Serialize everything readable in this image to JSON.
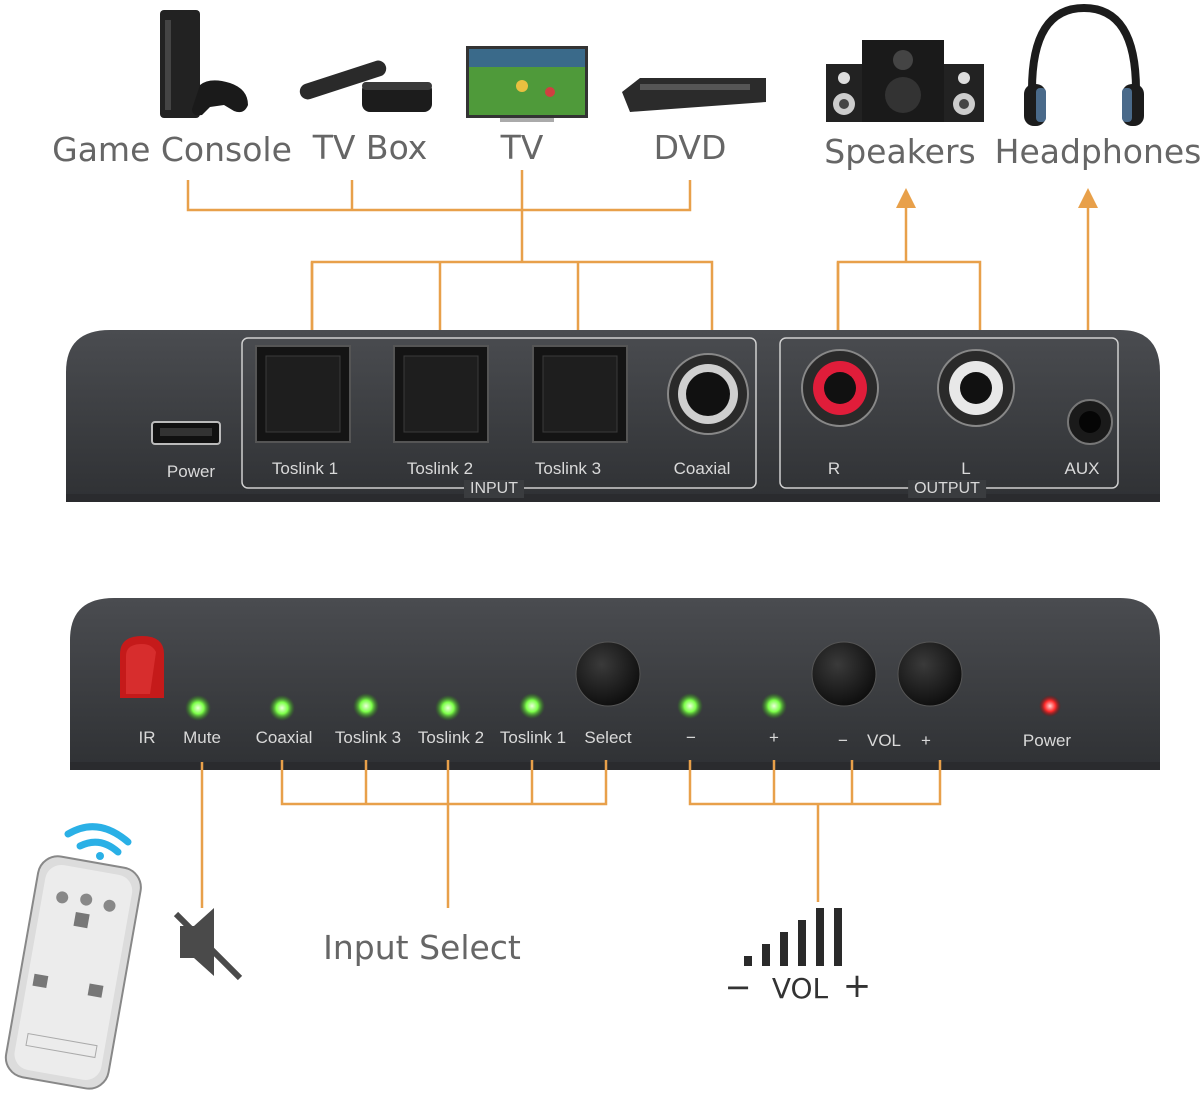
{
  "top_devices": {
    "game_console": "Game Console",
    "tv_box": "TV Box",
    "tv": "TV",
    "dvd": "DVD",
    "speakers": "Speakers",
    "headphones": "Headphones"
  },
  "rear_panel": {
    "power": "Power",
    "toslink1": "Toslink 1",
    "toslink2": "Toslink 2",
    "toslink3": "Toslink 3",
    "coaxial": "Coaxial",
    "input_group": "INPUT",
    "r": "R",
    "l": "L",
    "aux": "AUX",
    "output_group": "OUTPUT"
  },
  "front_panel": {
    "ir": "IR",
    "mute": "Mute",
    "coaxial": "Coaxial",
    "toslink3": "Toslink 3",
    "toslink2": "Toslink 2",
    "toslink1": "Toslink 1",
    "select": "Select",
    "minus": "−",
    "plus": "+",
    "vol_minus": "−",
    "vol": "VOL",
    "vol_plus": "+",
    "power": "Power"
  },
  "bottom": {
    "input_select": "Input Select",
    "vol_minus": "−",
    "vol": "VOL",
    "vol_plus": "+"
  },
  "colors": {
    "connector_line": "#e8a04a",
    "panel": "#3a3c3f",
    "led_green": "#7dff4a",
    "led_red": "#ff3030"
  }
}
